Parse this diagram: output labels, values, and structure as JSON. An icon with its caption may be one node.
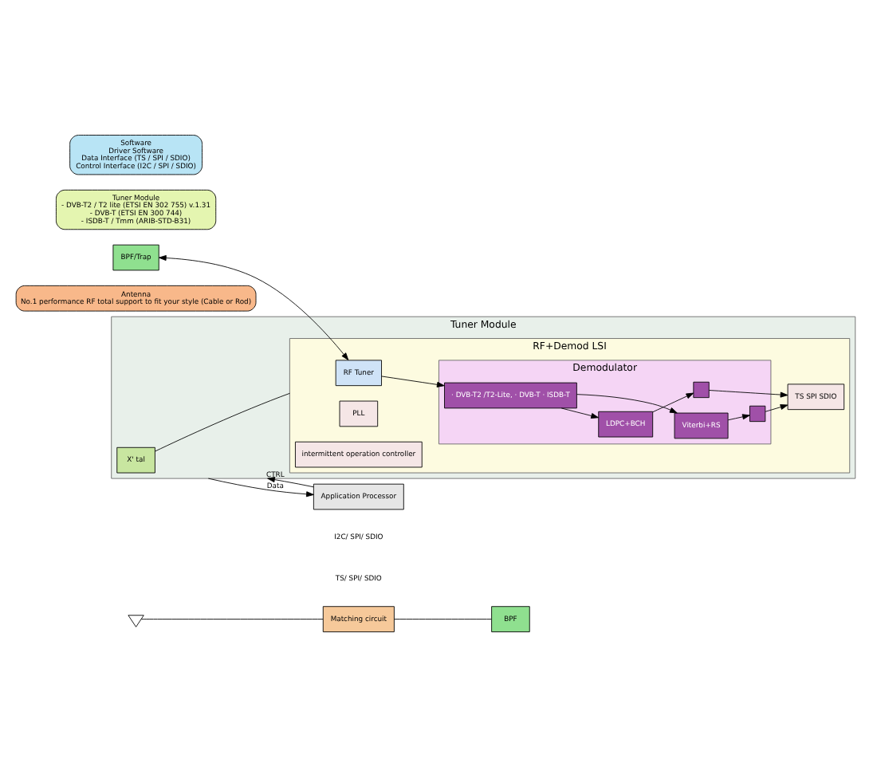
{
  "diagram": {
    "nodes": [
      {
        "text": [],
        "shape": "triangle"
      },
      {
        "text": [
          "Matching circuit"
        ]
      },
      {
        "text": [
          "BPF"
        ]
      },
      {
        "text": [
          "BPF/Trap"
        ]
      },
      {
        "text": [
          "Tuner Module"
        ]
      },
      {
        "text": [
          "RF+Demod LSI"
        ],
        "in": 4
      },
      {
        "text": [
          "RF Tuner"
        ],
        "in": 5
      },
      {
        "text": [
          "Demodulator"
        ],
        "in": 5
      },
      {
        "text": [
          "· DVB-T2 /T2-Lite, · DVB-T · ISDB-T"
        ],
        "in": 7
      },
      {
        "text": [
          "LDPC+BCH"
        ],
        "in": 7
      },
      {
        "text": [],
        "shape": "box",
        "in": 7
      },
      {
        "text": [
          "Viterbi+RS"
        ],
        "in": 7
      },
      {
        "text": [],
        "shape": "box",
        "in": 7
      },
      {
        "text": [
          "TS SPI SDIO"
        ],
        "in": 5
      },
      {
        "text": [
          "PLL"
        ],
        "in": 5
      },
      {
        "text": [
          "intermittent operation controller"
        ],
        "in": 5
      },
      {
        "text": [
          "X' tal"
        ],
        "in": 4
      },
      {
        "text": [
          "Application Processor"
        ]
      },
      {
        "text": [
          "Antenna",
          "No.1 performance RF total support to fit your style (Cable or Rod)"
        ]
      },
      {
        "text": [
          "Tuner Module",
          "- DVB-T2 / T2 lite (ETSI EN 302 755) v.1.31",
          "- DVB-T (ETSI EN 300 744)",
          "- ISDB-T / Tmm (ARIB-STD-B31)"
        ]
      },
      {
        "text": [
          "Software",
          "Driver Software",
          "Data Interface (TS / SPI / SDIO)",
          "Control Interface (I2C / SPI / SDIO)"
        ]
      }
    ],
    "edges": [
      {
        "from": 0,
        "to": 1,
        "arrow": "none"
      },
      {
        "from": 1,
        "to": 2,
        "arrow": "none"
      },
      {
        "from": 3,
        "to": 6,
        "arrow": "both"
      },
      {
        "from": 6,
        "to": 8,
        "arrow": "to"
      },
      {
        "from": 8,
        "to": 9,
        "arrow": "to"
      },
      {
        "from": 8,
        "to": 11,
        "arrow": "to"
      },
      {
        "from": 9,
        "to": 10,
        "arrow": "to"
      },
      {
        "from": 11,
        "to": 12,
        "arrow": "to"
      },
      {
        "from": 10,
        "to": 13,
        "arrow": "to"
      },
      {
        "from": 12,
        "to": 13,
        "arrow": "to"
      },
      {
        "from": 16,
        "to": 5,
        "arrow": "none"
      },
      {
        "from": 4,
        "to": 17,
        "arrow": "to",
        "label": "Data"
      },
      {
        "from": 17,
        "to": 4,
        "arrow": "to",
        "label": "CTRL"
      }
    ],
    "labels": [
      "TS/ SPI/ SDIO",
      "I2C/ SPI/ SDIO"
    ]
  }
}
